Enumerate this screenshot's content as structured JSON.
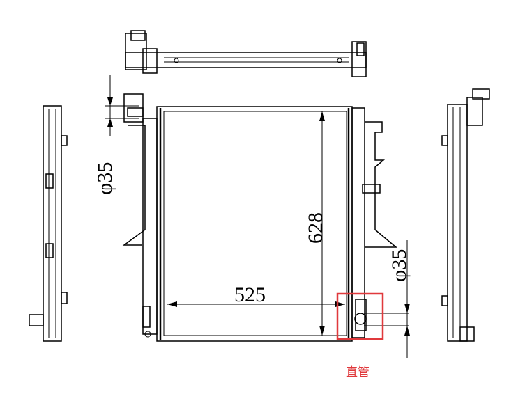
{
  "dimensions": {
    "inlet_diameter": "φ35",
    "core_height": "628",
    "core_width": "525",
    "outlet_diameter": "φ35"
  },
  "annotation": {
    "label": "直管",
    "highlight_color": "#e0393c"
  }
}
